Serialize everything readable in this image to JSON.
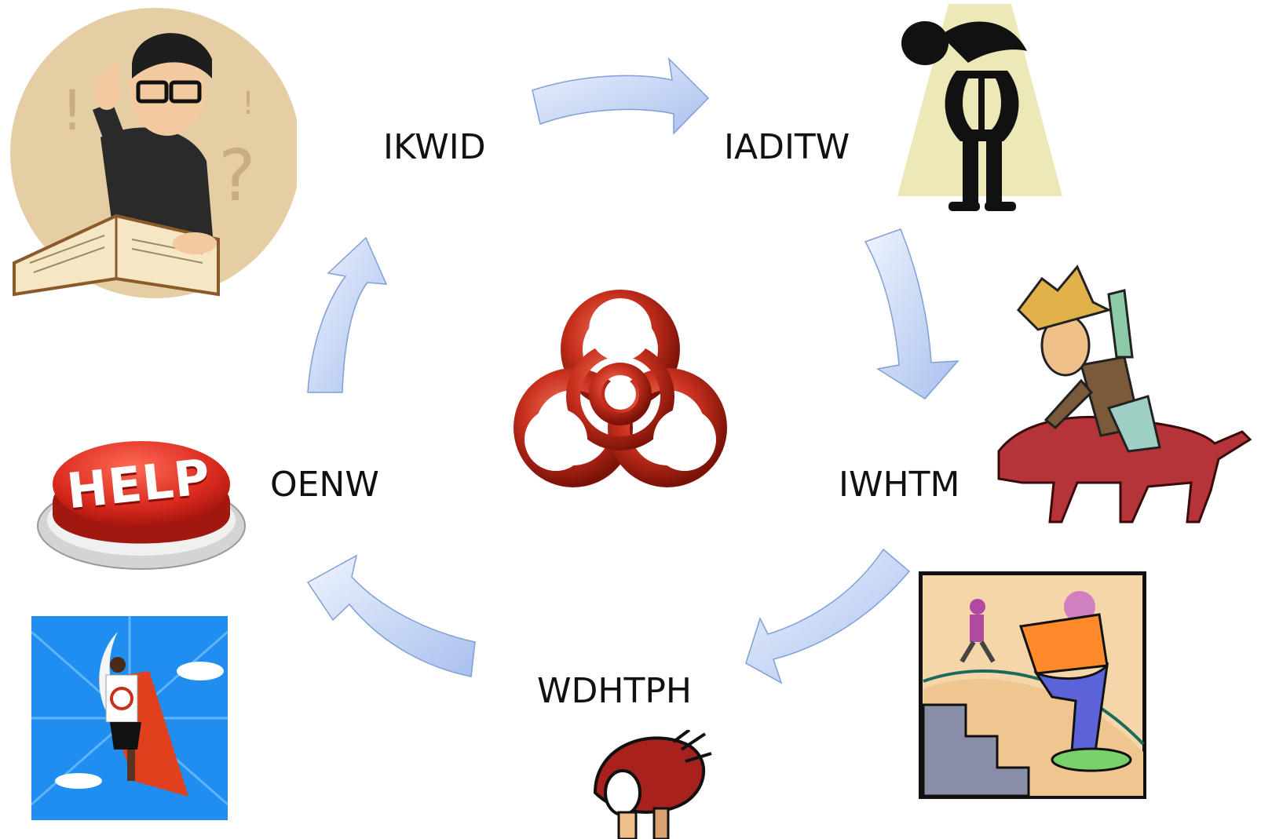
{
  "stages": [
    {
      "label": "IKWID"
    },
    {
      "label": "IADITW"
    },
    {
      "label": "IWHTM"
    },
    {
      "label": "WDHTPH"
    },
    {
      "label": "OENW"
    }
  ],
  "help_button": {
    "label": "HELP"
  },
  "colors": {
    "arrow_light": "#e8eefb",
    "arrow_dark": "#a9c0ee",
    "arrow_stroke": "#7f9fd6",
    "biohazard": "#c8301e",
    "help_red": "#d8281d",
    "spotlight": "#ede8b8",
    "superhero_bg": "#1f8ef0"
  },
  "icons": {
    "center": "biohazard-icon",
    "top_left": "reading-professor-illustration",
    "top_right": "spotlight-speaker-illustration",
    "right": "bull-rider-illustration",
    "bottom_right": "skateboarder-illustration",
    "bottom_center": "head-in-sand-illustration",
    "bottom_left": "superhero-illustration"
  }
}
